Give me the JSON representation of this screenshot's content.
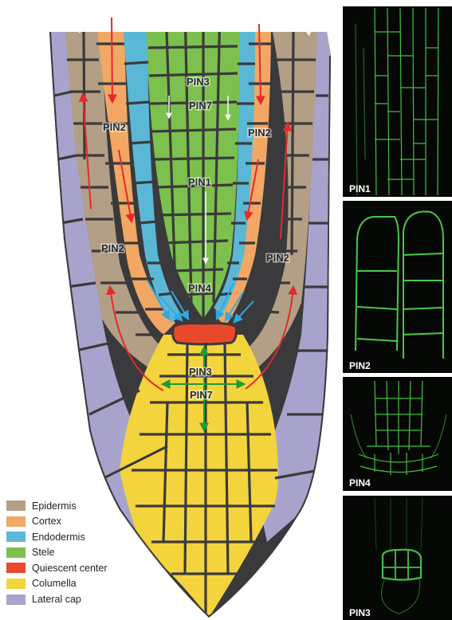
{
  "diagram": {
    "root_labels": {
      "pin3_stele": "PIN3",
      "pin7_stele": "PIN7",
      "pin2_upper_left": "PIN2",
      "pin2_upper_right": "PIN2",
      "pin1": "PIN1",
      "pin2_lower_left": "PIN2",
      "pin2_lower_right": "PIN2",
      "pin4": "PIN4",
      "pin3_columella": "PIN3",
      "pin7_columella": "PIN7"
    }
  },
  "legend": [
    {
      "label": "Epidermis",
      "color": "#b39e86"
    },
    {
      "label": "Cortex",
      "color": "#f2a764"
    },
    {
      "label": "Endodermis",
      "color": "#5ab8d6"
    },
    {
      "label": "Stele",
      "color": "#7cc04d"
    },
    {
      "label": "Quiescent center",
      "color": "#e8492a"
    },
    {
      "label": "Columella",
      "color": "#f3d43d"
    },
    {
      "label": "Lateral cap",
      "color": "#a8a3cd"
    }
  ],
  "micrographs": [
    {
      "label": "PIN1"
    },
    {
      "label": "PIN2"
    },
    {
      "label": "PIN4"
    },
    {
      "label": "PIN3"
    }
  ],
  "colors": {
    "cell_wall": "#3a3a3c",
    "auxin_flow_red": "#e32b2b",
    "flow_blue": "#2fa8e0",
    "flow_green": "#1f9a3b",
    "micrograph_bg": "#050805",
    "micrograph_signal": "#4fe04f"
  }
}
